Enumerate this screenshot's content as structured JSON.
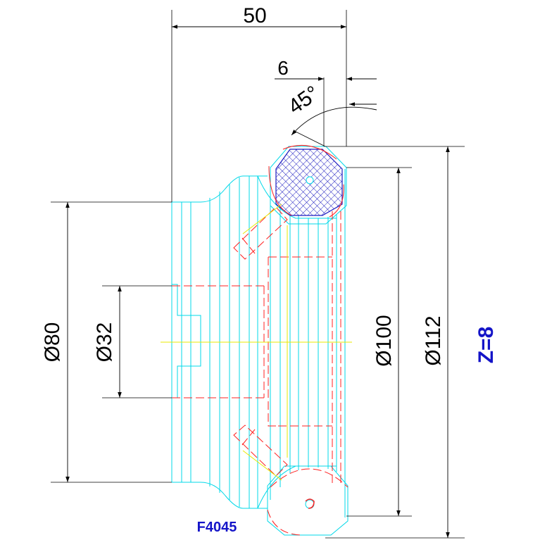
{
  "drawing": {
    "dimensions": {
      "width_top": "50",
      "chamfer_width": "6",
      "chamfer_angle": "45°",
      "dia_80": "Ø80",
      "dia_32": "Ø32",
      "dia_100": "Ø100",
      "dia_112": "Ø112"
    },
    "teeth_count": "Z=8",
    "part_number": "F4045",
    "colors": {
      "outline": "#00d8e8",
      "hidden": "#ff2020",
      "centerline": "#e8e800",
      "hatch": "#1c1cc0",
      "dimension": "#000000",
      "label": "#1414c8"
    }
  }
}
